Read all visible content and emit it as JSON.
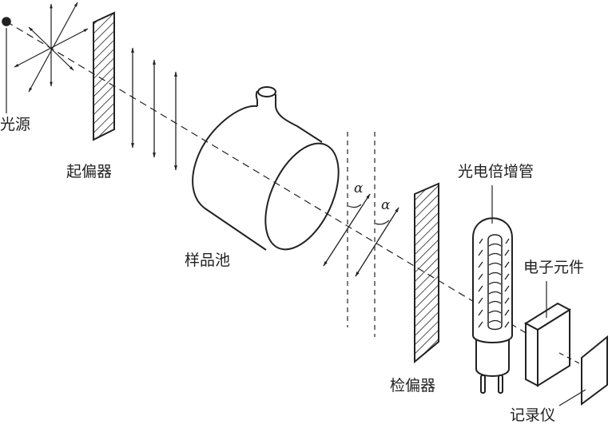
{
  "title": "Polarimeter schematic",
  "labels": {
    "light_source": "光源",
    "polarizer": "起偏器",
    "sample_cell": "样品池",
    "analyzer": "检偏器",
    "photomultiplier": "光电倍增管",
    "electronics": "电子元件",
    "recorder": "记录仪"
  },
  "angle_symbol": "α",
  "colors": {
    "ink": "#222222",
    "background": "#ffffff"
  }
}
